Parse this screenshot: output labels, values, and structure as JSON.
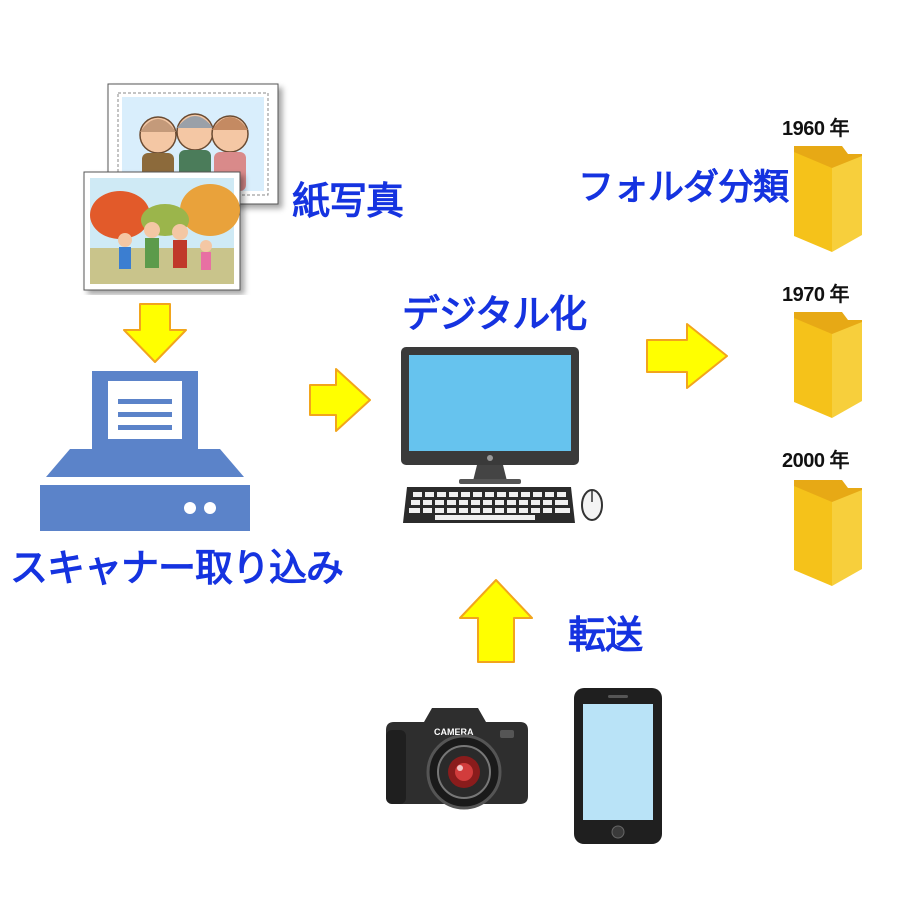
{
  "labels": {
    "paper_photo": "紙写真",
    "scanner": "スキャナー取り込み",
    "digitize": "デジタル化",
    "folder_sort": "フォルダ分類",
    "transfer": "転送"
  },
  "folders": [
    {
      "year": "1960 年"
    },
    {
      "year": "1970 年"
    },
    {
      "year": "2000 年"
    }
  ],
  "camera_text": "CAMERA",
  "colors": {
    "label_blue": "#1533e0",
    "arrow_fill": "#ffff00",
    "arrow_stroke": "#f2a51c",
    "scanner_blue": "#5b83c9",
    "monitor_screen": "#66c3ee",
    "folder_yellow": "#f5c21a",
    "phone_screen": "#b9e3f7"
  },
  "icons": [
    "photo-icon",
    "scanner-icon",
    "computer-icon",
    "folder-icon",
    "camera-icon",
    "smartphone-icon",
    "arrow-icon"
  ]
}
